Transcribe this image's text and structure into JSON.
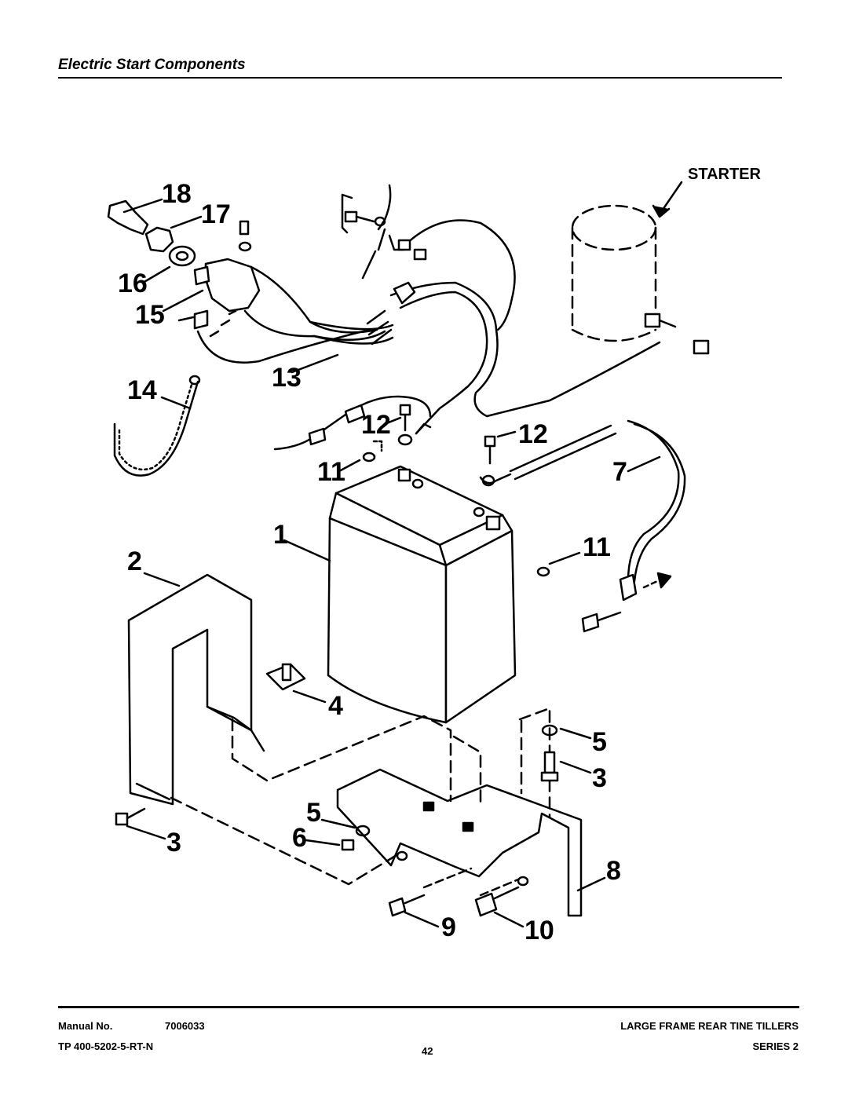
{
  "page": {
    "title": "Electric Start Components"
  },
  "diagram": {
    "starter_label": "STARTER",
    "callouts": {
      "c1": "1",
      "c2": "2",
      "c3a": "3",
      "c3b": "3",
      "c4": "4",
      "c5a": "5",
      "c5b": "5",
      "c6": "6",
      "c7": "7",
      "c8": "8",
      "c9": "9",
      "c10": "10",
      "c11a": "11",
      "c11b": "11",
      "c12a": "12",
      "c12b": "12",
      "c13": "13",
      "c14": "14",
      "c15": "15",
      "c16": "16",
      "c17": "17",
      "c18": "18"
    }
  },
  "footer": {
    "manual_label": "Manual No.",
    "manual_number": "7006033",
    "tp_number": "TP 400-5202-5-RT-N",
    "page_number": "42",
    "product": "LARGE FRAME REAR TINE TILLERS",
    "series": "SERIES 2"
  }
}
